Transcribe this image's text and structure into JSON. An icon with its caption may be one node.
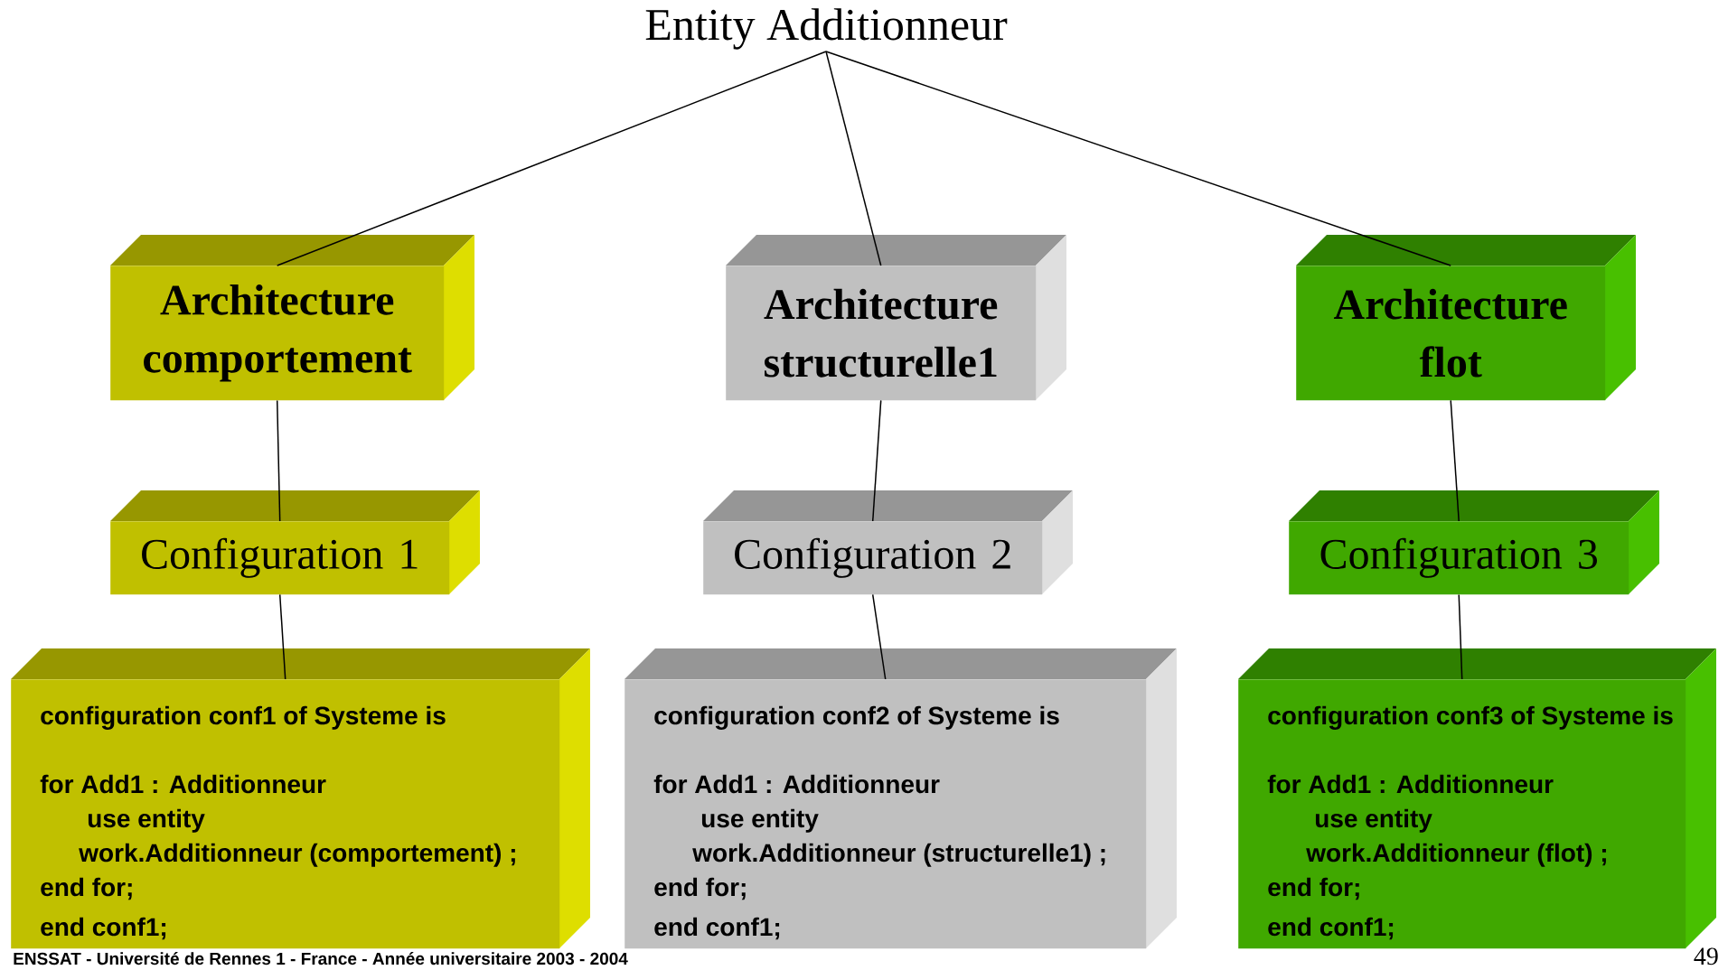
{
  "diagram": {
    "nodes": [
      {
        "text": [
          "Entity Additionneur"
        ]
      },
      {
        "text": [
          "Architecture comportement"
        ]
      },
      {
        "text": [
          "Architecture structurelle1"
        ]
      },
      {
        "text": [
          "Architecture flot"
        ]
      },
      {
        "text": [
          "Configuration 1"
        ]
      },
      {
        "text": [
          "Configuration 2"
        ]
      },
      {
        "text": [
          "Configuration 3"
        ]
      },
      {
        "text": [
          "configuration conf1 of Systeme is",
          "for Add1 : Additionneur",
          "use entity",
          "work.Additionneur (comportement) ;",
          "end for;",
          "end conf1;"
        ]
      },
      {
        "text": [
          "configuration conf2 of Systeme is",
          "for Add1 : Additionneur",
          "use entity",
          "work.Additionneur (structurelle1) ;",
          "end for;",
          "end conf1;"
        ]
      },
      {
        "text": [
          "configuration conf3 of Systeme is",
          "for Add1 : Additionneur",
          "use entity",
          "work.Additionneur (flot) ;",
          "end for;",
          "end conf1;"
        ]
      }
    ],
    "edges": [
      {
        "from": 0,
        "to": 1,
        "arrow": "none"
      },
      {
        "from": 0,
        "to": 2,
        "arrow": "none"
      },
      {
        "from": 0,
        "to": 3,
        "arrow": "none"
      },
      {
        "from": 1,
        "to": 4,
        "arrow": "none"
      },
      {
        "from": 2,
        "to": 5,
        "arrow": "none"
      },
      {
        "from": 3,
        "to": 6,
        "arrow": "none"
      },
      {
        "from": 4,
        "to": 7,
        "arrow": "none"
      },
      {
        "from": 5,
        "to": 8,
        "arrow": "none"
      },
      {
        "from": 6,
        "to": 9,
        "arrow": "none"
      }
    ],
    "labels": [
      "ENSSAT - Université de Rennes 1 - France - Année universitaire 2003 - 2004",
      "49"
    ]
  }
}
